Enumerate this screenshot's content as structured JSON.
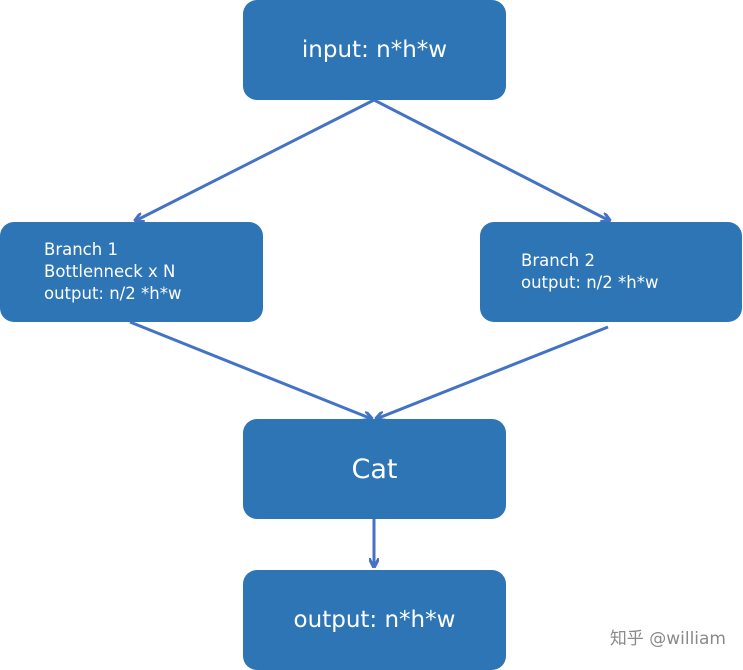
{
  "nodes": {
    "input": "input: n*h*w",
    "branch1": [
      "Branch 1",
      "Bottlenneck x N",
      "output: n/2 *h*w"
    ],
    "branch2": [
      "Branch 2",
      "output: n/2 *h*w"
    ],
    "cat": "Cat",
    "output": "output: n*h*w"
  },
  "watermark": "知乎 @william",
  "colors": {
    "node_fill": "#2e75b6",
    "edge": "#4472c4",
    "text": "#ffffff"
  }
}
